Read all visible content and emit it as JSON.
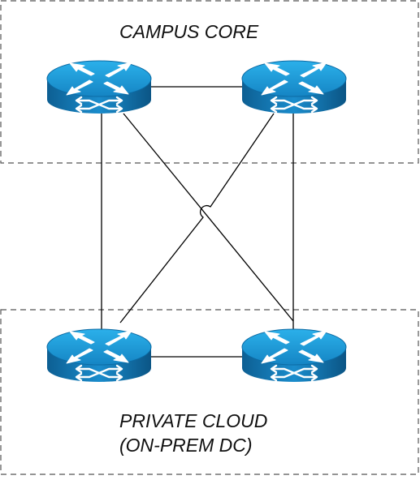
{
  "zones": {
    "campus_core": {
      "label": "CAMPUS CORE"
    },
    "private_cloud": {
      "label_line1": "PRIVATE CLOUD",
      "label_line2": "(ON-PREM DC)"
    }
  },
  "devices": [
    {
      "id": "core-1",
      "type": "router-icon",
      "zone": "campus_core"
    },
    {
      "id": "core-2",
      "type": "router-icon",
      "zone": "campus_core"
    },
    {
      "id": "dc-1",
      "type": "router-icon",
      "zone": "private_cloud"
    },
    {
      "id": "dc-2",
      "type": "router-icon",
      "zone": "private_cloud"
    }
  ],
  "links": [
    {
      "from": "core-1",
      "to": "core-2"
    },
    {
      "from": "dc-1",
      "to": "dc-2"
    },
    {
      "from": "core-1",
      "to": "dc-1"
    },
    {
      "from": "core-2",
      "to": "dc-2"
    },
    {
      "from": "core-1",
      "to": "dc-2"
    },
    {
      "from": "core-2",
      "to": "dc-1",
      "hop_over": true
    }
  ],
  "colors": {
    "router_top": "#1f9bd6",
    "router_side": "#0d6fa8",
    "router_shadow": "#0a5a8a",
    "line": "#000000",
    "zone_border": "#555555"
  }
}
